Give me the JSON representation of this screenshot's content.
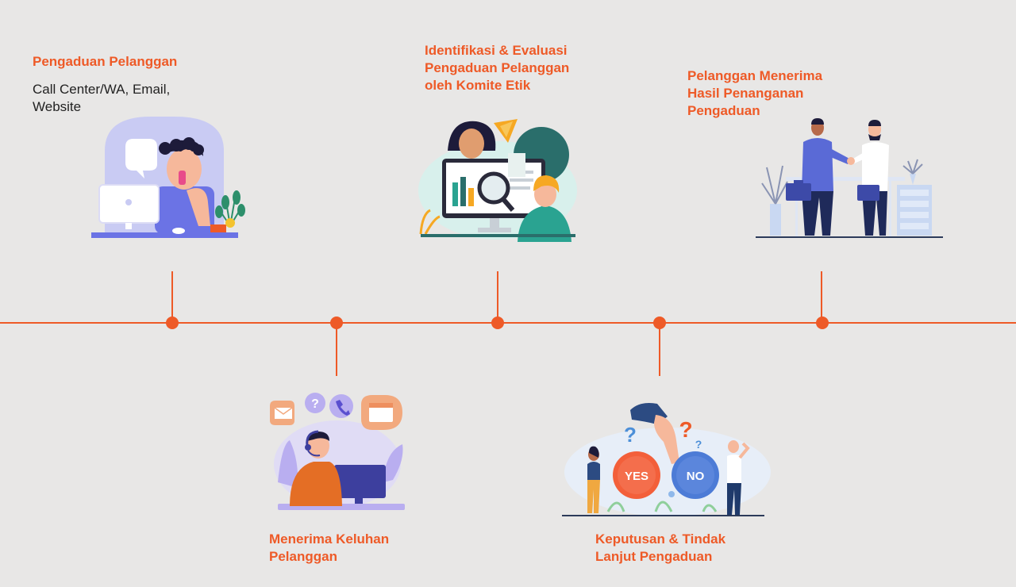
{
  "colors": {
    "accent": "#ee5a27",
    "background": "#e8e7e6",
    "text": "#222222"
  },
  "steps": [
    {
      "title": "Pengaduan Pelanggan",
      "description": "Call Center/WA, Email,\nWebsite",
      "illustration": "customer-phone-call-illustration"
    },
    {
      "title": "Menerima Keluhan\nPelanggan",
      "illustration": "call-center-agent-illustration"
    },
    {
      "title": "Identifikasi & Evaluasi\nPengaduan Pelanggan\noleh Komite Etik",
      "illustration": "data-analysis-illustration"
    },
    {
      "title": "Keputusan & Tindak\nLanjut Pengaduan",
      "illustration": "yes-no-decision-illustration",
      "choices": {
        "yes": "YES",
        "no": "NO"
      }
    },
    {
      "title": "Pelanggan Menerima\nHasil Penanganan\nPengaduan",
      "illustration": "handshake-illustration"
    }
  ]
}
